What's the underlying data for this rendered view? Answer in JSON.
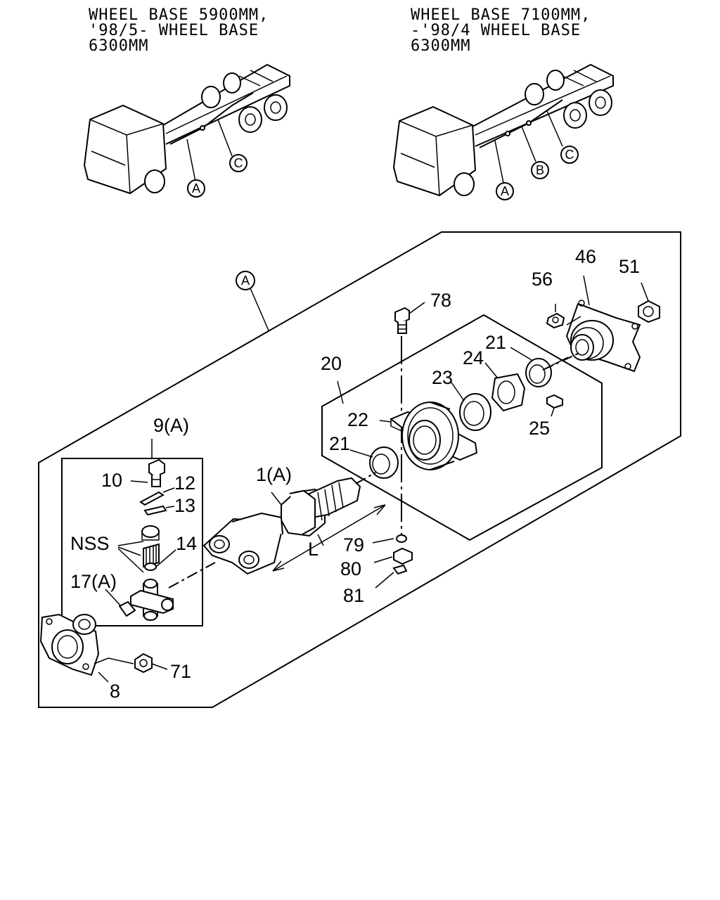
{
  "headers": {
    "left": [
      "WHEEL BASE 5900MM,",
      "'98/5- WHEEL BASE",
      "6300MM"
    ],
    "right": [
      "WHEEL BASE 7100MM,",
      "-'98/4 WHEEL BASE",
      "6300MM"
    ]
  },
  "truck_left_callouts": [
    "A",
    "C"
  ],
  "truck_right_callouts": [
    "A",
    "B",
    "C"
  ],
  "section_callout": "A",
  "parts": {
    "p46": "46",
    "p51": "51",
    "p56": "56",
    "p78": "78",
    "p20": "20",
    "p21a": "21",
    "p21b": "21",
    "p22": "22",
    "p23": "23",
    "p24": "24",
    "p25": "25",
    "p9": "9(A)",
    "p10": "10",
    "p12": "12",
    "p13": "13",
    "p14": "14",
    "pnss": "NSS",
    "p17": "17(A)",
    "p1": "1(A)",
    "pl": "L",
    "p79": "79",
    "p80": "80",
    "p81": "81",
    "p71": "71",
    "p8": "8"
  }
}
